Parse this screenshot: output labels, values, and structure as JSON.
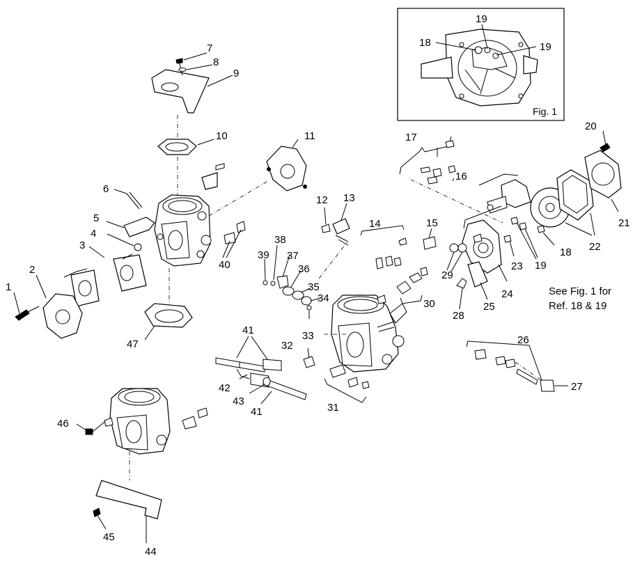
{
  "callouts": {
    "c1": "1",
    "c2": "2",
    "c3": "3",
    "c4": "4",
    "c5": "5",
    "c6": "6",
    "c7": "7",
    "c8": "8",
    "c9": "9",
    "c10": "10",
    "c11": "11",
    "c12": "12",
    "c13": "13",
    "c14": "14",
    "c15": "15",
    "c16": "16",
    "c17": "17",
    "c18": "18",
    "c19": "19",
    "c20": "20",
    "c21": "21",
    "c22": "22",
    "c23": "23",
    "c24": "24",
    "c25": "25",
    "c26": "26",
    "c27": "27",
    "c28": "28",
    "c29": "29",
    "c30": "30",
    "c31": "31",
    "c32": "32",
    "c33": "33",
    "c34": "34",
    "c35": "35",
    "c36": "36",
    "c37": "37",
    "c38": "38",
    "c39": "39",
    "c40": "40",
    "c41": "41",
    "c42": "42",
    "c43": "43",
    "c44": "44",
    "c45": "45",
    "c46": "46",
    "c47": "47"
  },
  "inset": {
    "label": "Fig. 1",
    "c18": "18",
    "c19a": "19",
    "c19b": "19"
  },
  "note": {
    "line1": "See Fig. 1 for",
    "line2": "Ref. 18 & 19"
  }
}
